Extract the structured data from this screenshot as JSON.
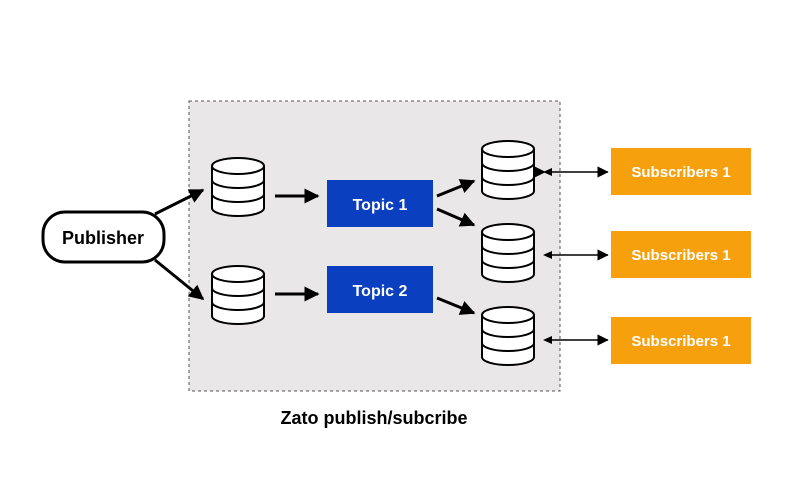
{
  "nodes": {
    "publisher": "Publisher",
    "topic1": "Topic 1",
    "topic2": "Topic 2",
    "subscribers": [
      "Subscribers 1",
      "Subscribers 1",
      "Subscribers 1"
    ]
  },
  "caption": "Zato publish/subcribe",
  "colors": {
    "topic": "#0a3fbf",
    "subscriber": "#f7a00e",
    "region": "#e9e7e7"
  }
}
